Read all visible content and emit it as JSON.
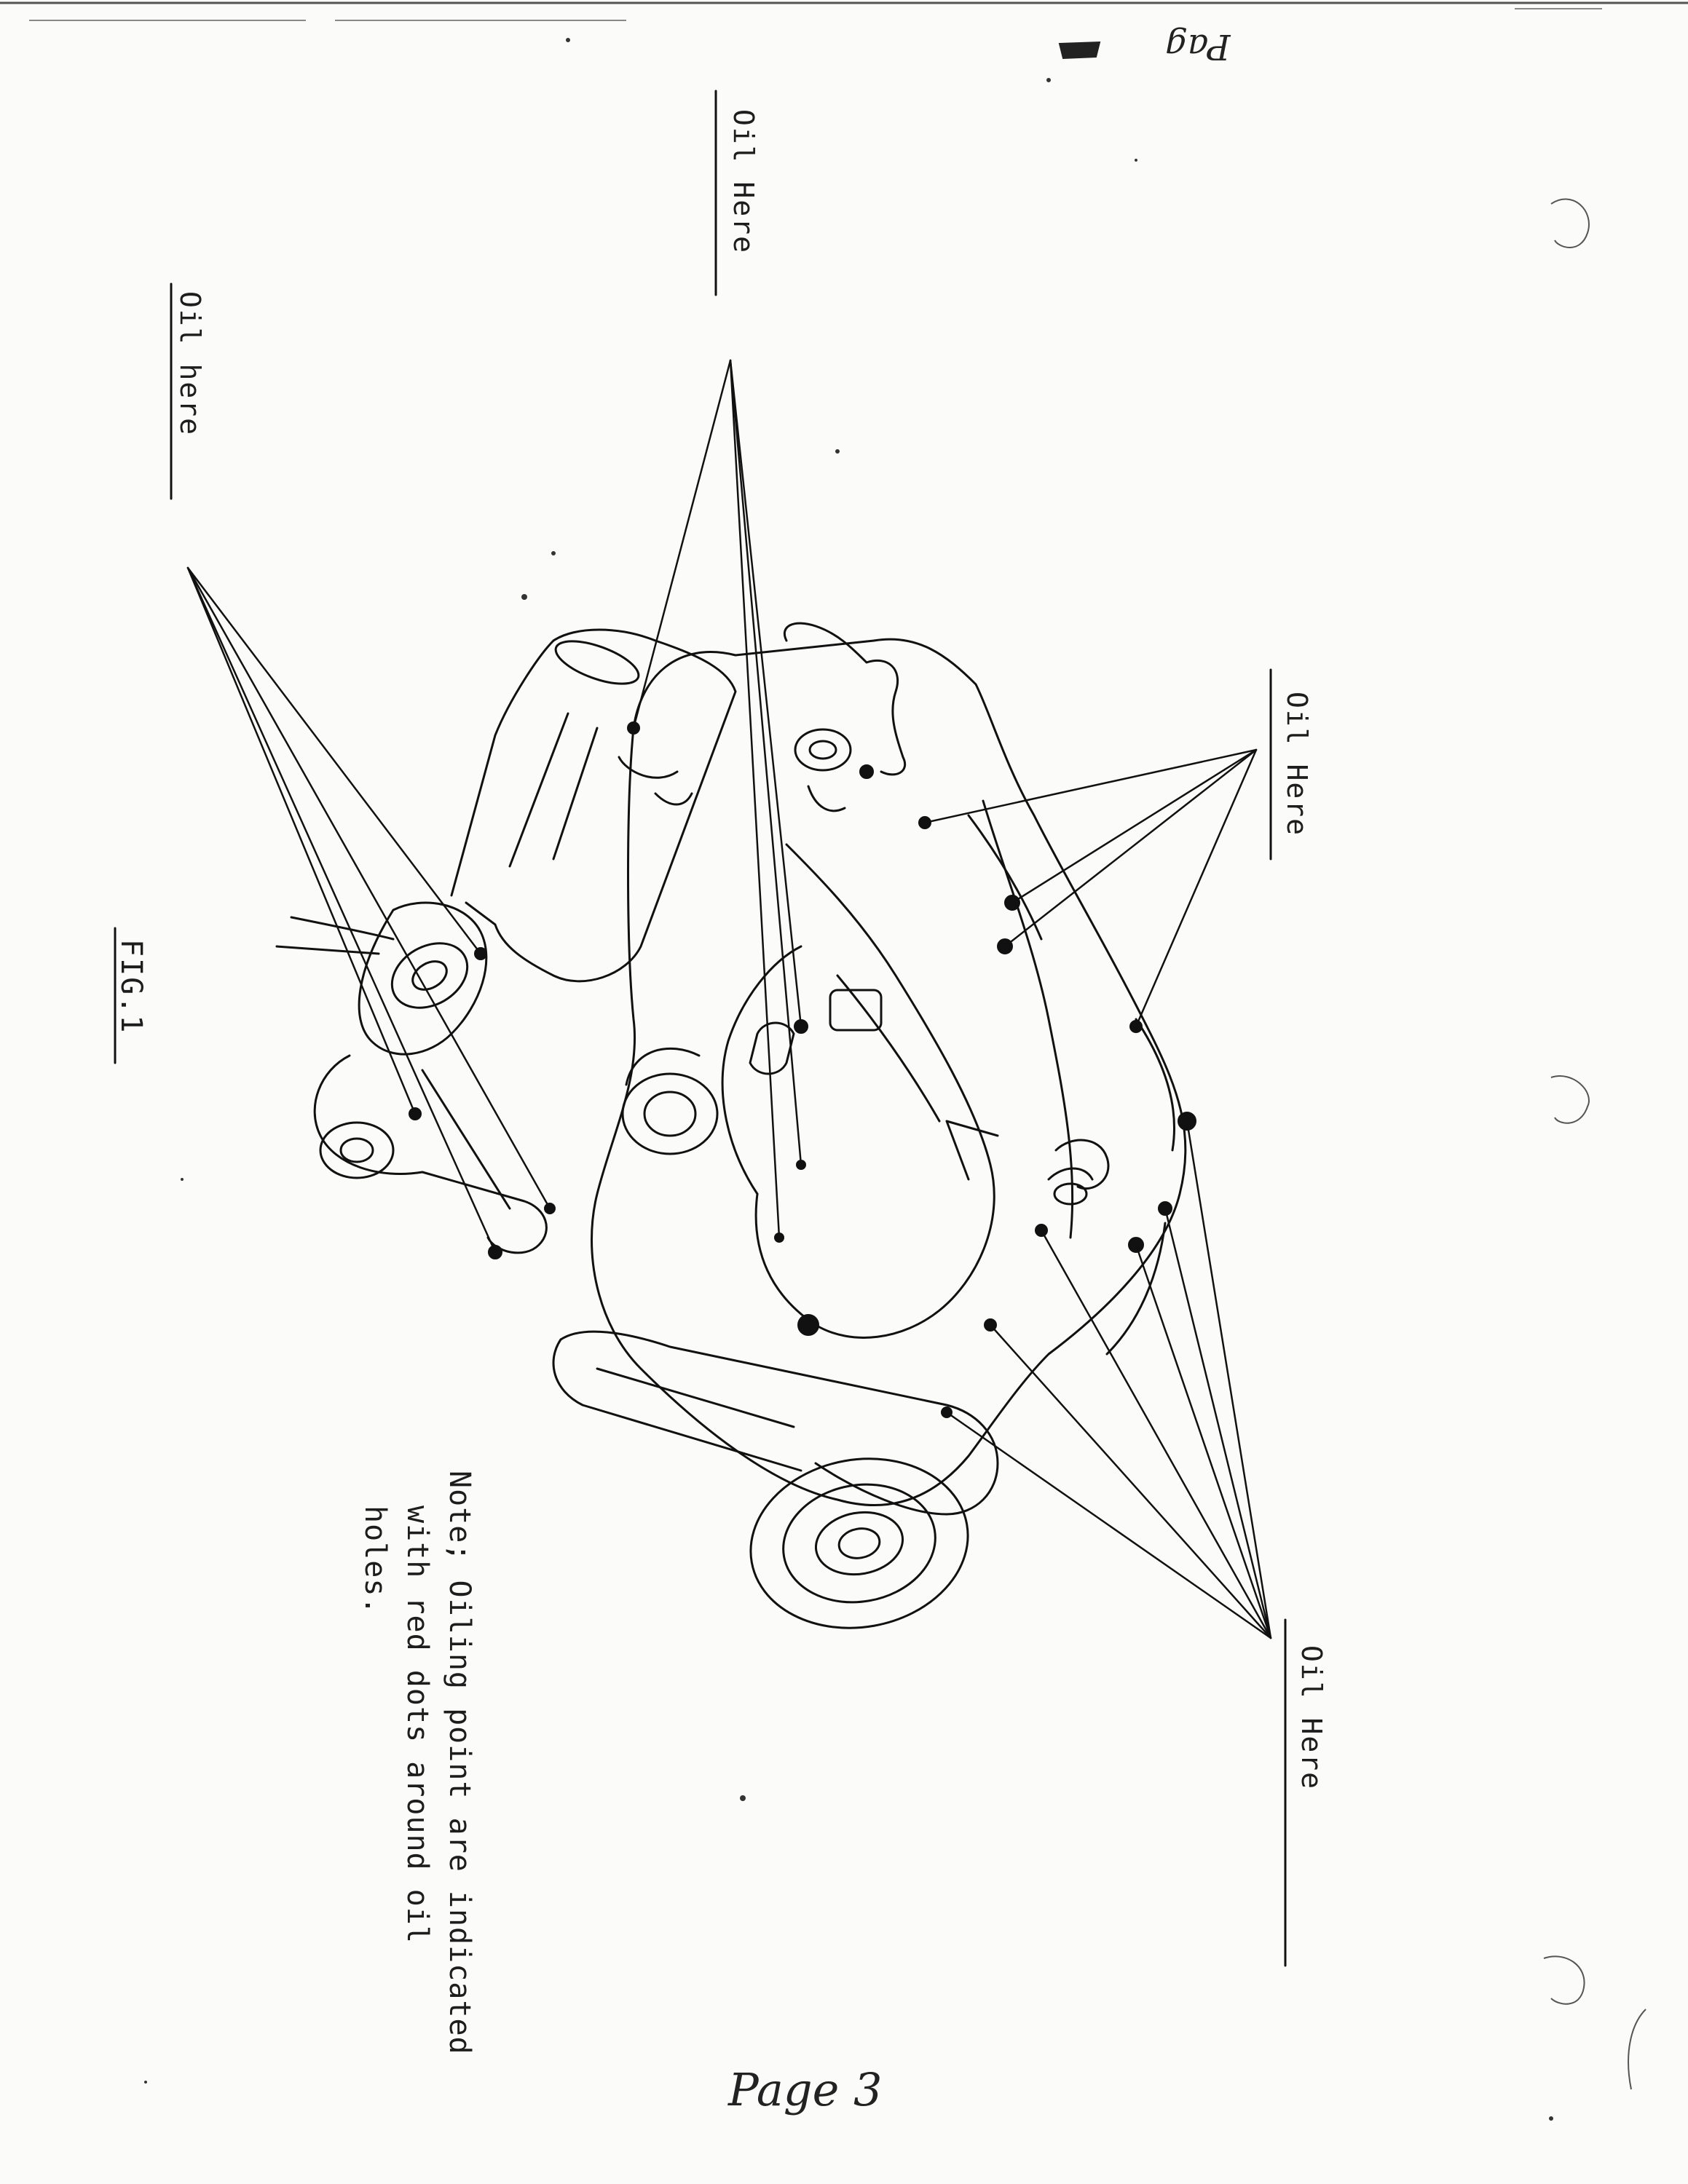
{
  "document": {
    "header_note": "Pag",
    "figure_label": "FIG.1",
    "page_number": "Page 3",
    "callouts": [
      {
        "id": "oil-here-top",
        "label": "Oil Here"
      },
      {
        "id": "oil-here-left",
        "label": "Oil here"
      },
      {
        "id": "oil-here-right-upper",
        "label": "Oil Here"
      },
      {
        "id": "oil-here-right-lower",
        "label": "Oil Here"
      }
    ],
    "note": {
      "line1": "Note; Oiling point are indicated",
      "line2": "with red dots around oil",
      "line3": "holes."
    }
  }
}
